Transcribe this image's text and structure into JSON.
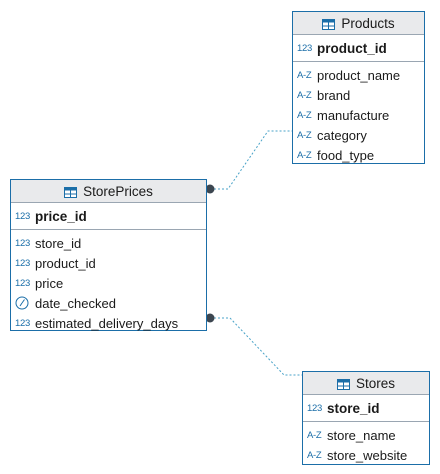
{
  "diagram": {
    "colors": {
      "border": "#1b6ea8",
      "header_bg": "#e9eaec",
      "connector": "#4aa3c8",
      "dot": "#3c4650",
      "type_icon": "#1b6ea8"
    },
    "entities": {
      "products": {
        "title": "Products",
        "pk": {
          "type": "123",
          "name": "product_id"
        },
        "columns": [
          {
            "type": "A-Z",
            "name": "product_name"
          },
          {
            "type": "A-Z",
            "name": "brand"
          },
          {
            "type": "A-Z",
            "name": "manufacture"
          },
          {
            "type": "A-Z",
            "name": "category"
          },
          {
            "type": "A-Z",
            "name": "food_type"
          }
        ]
      },
      "storeprices": {
        "title": "StorePrices",
        "pk": {
          "type": "123",
          "name": "price_id"
        },
        "columns": [
          {
            "type": "123",
            "name": "store_id"
          },
          {
            "type": "123",
            "name": "product_id"
          },
          {
            "type": "123",
            "name": "price"
          },
          {
            "type": "clock-icon",
            "name": "date_checked"
          },
          {
            "type": "123",
            "name": "estimated_delivery_days"
          }
        ]
      },
      "stores": {
        "title": "Stores",
        "pk": {
          "type": "123",
          "name": "store_id"
        },
        "columns": [
          {
            "type": "A-Z",
            "name": "store_name"
          },
          {
            "type": "A-Z",
            "name": "store_website"
          }
        ]
      }
    }
  }
}
